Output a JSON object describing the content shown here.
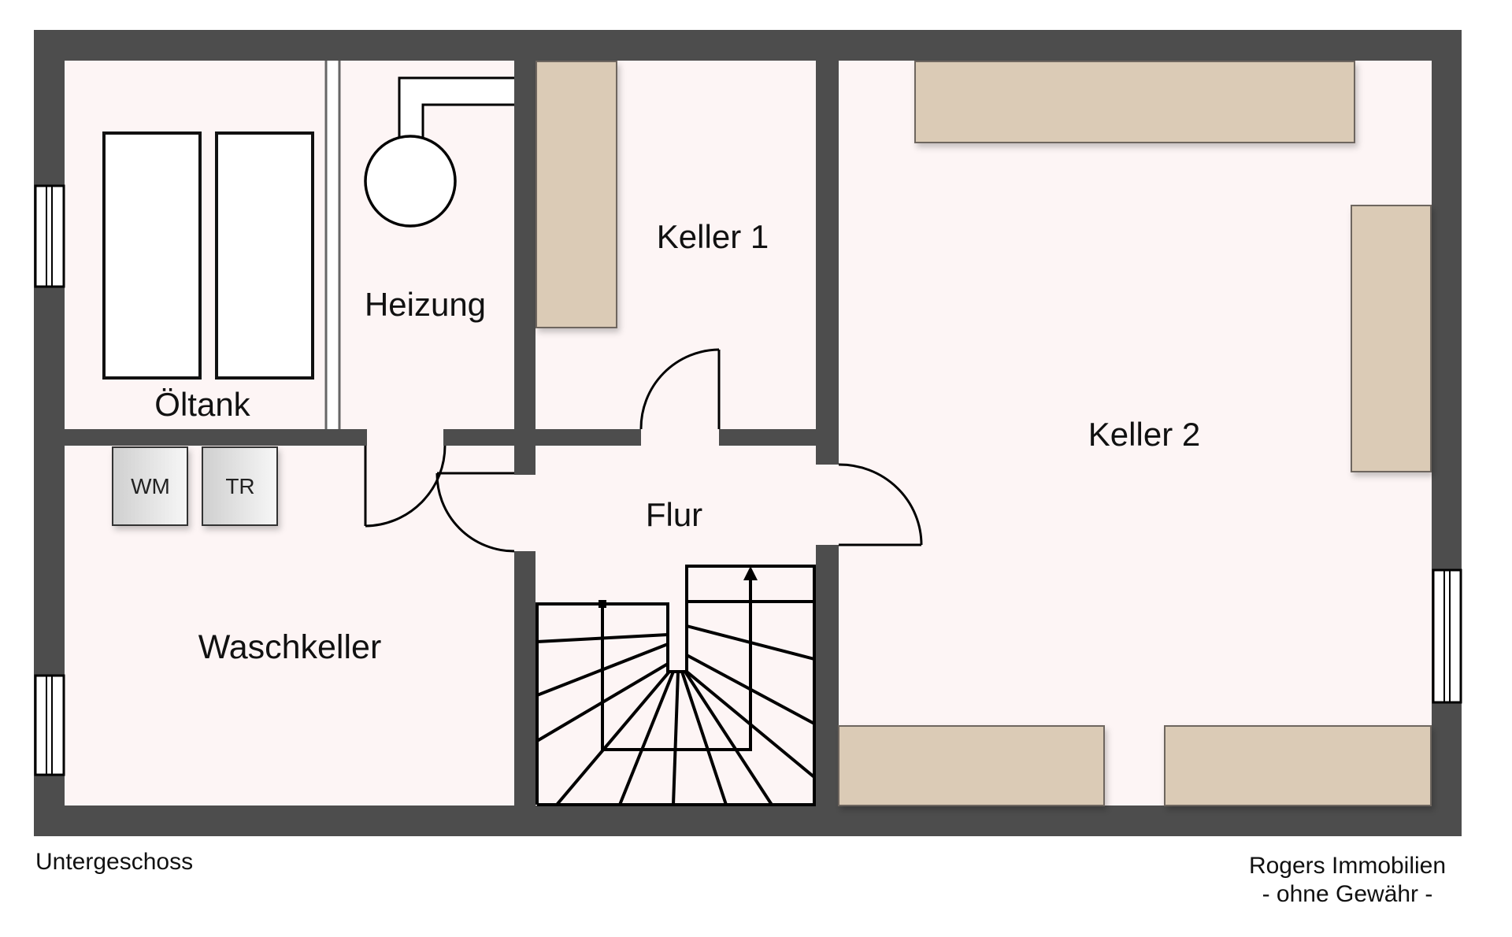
{
  "plan": {
    "floor_name": "Untergeschoss",
    "rooms": {
      "oeltank": "Öltank",
      "heizung": "Heizung",
      "keller1": "Keller 1",
      "keller2": "Keller 2",
      "flur": "Flur",
      "waschkeller": "Waschkeller"
    },
    "appliances": {
      "washing_machine": "WM",
      "dryer": "TR"
    }
  },
  "footer": {
    "company": "Rogers Immobilien",
    "disclaimer": "- ohne Gewähr -"
  },
  "colors": {
    "wall": "#4d4d4d",
    "floor": "#fdf5f5",
    "furniture": "#dbcbb6",
    "appliance": "#e6e6e6"
  }
}
